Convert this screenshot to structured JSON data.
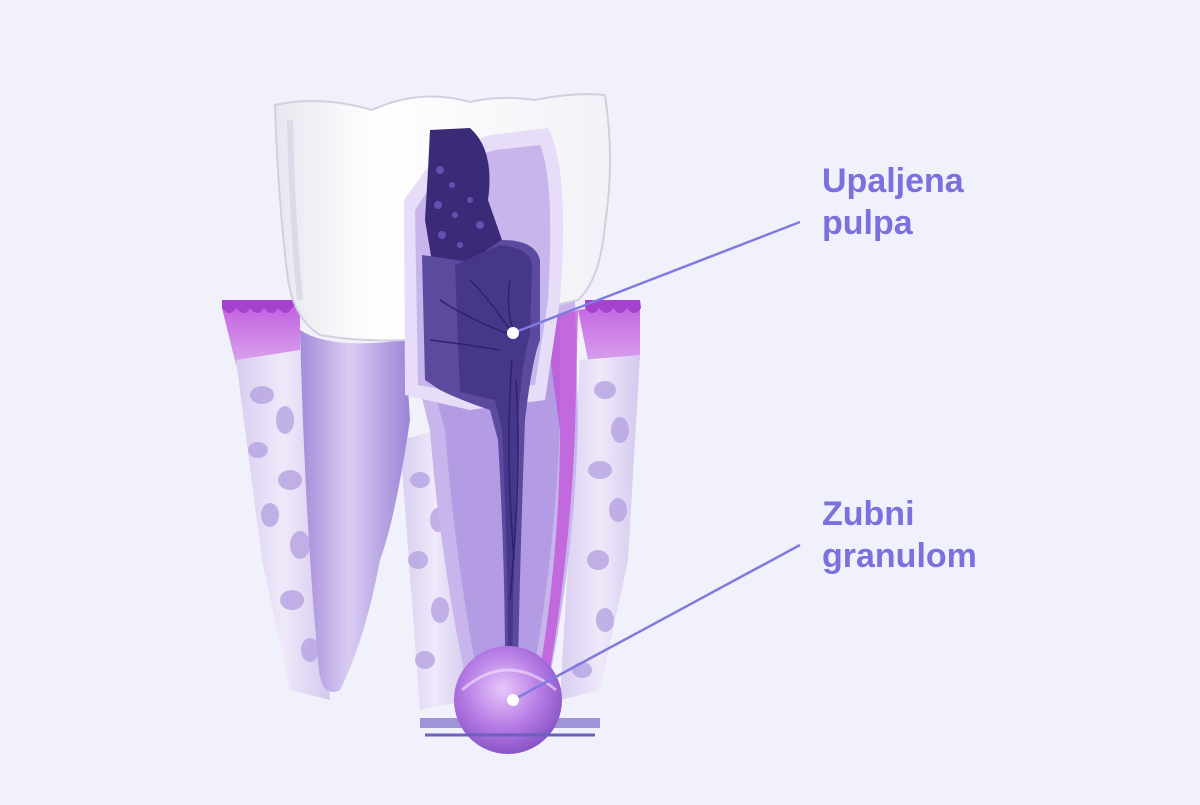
{
  "callouts": [
    {
      "id": "pulp",
      "lines": [
        "Upaljena",
        "pulpa"
      ]
    },
    {
      "id": "granuloma",
      "lines": [
        "Zubni",
        "granulom"
      ]
    }
  ],
  "colors": {
    "background": "#f1f1fb",
    "label": "#7a70de",
    "leader_line": "#7f7ae0",
    "enamel": "#ffffff",
    "dentin": "#c7b5ec",
    "pulp": "#5b4a9e",
    "decay": "#3a2a78",
    "gum": "#b24ed9",
    "bone": "#e6ddf5",
    "granuloma": "#b57ae4"
  }
}
